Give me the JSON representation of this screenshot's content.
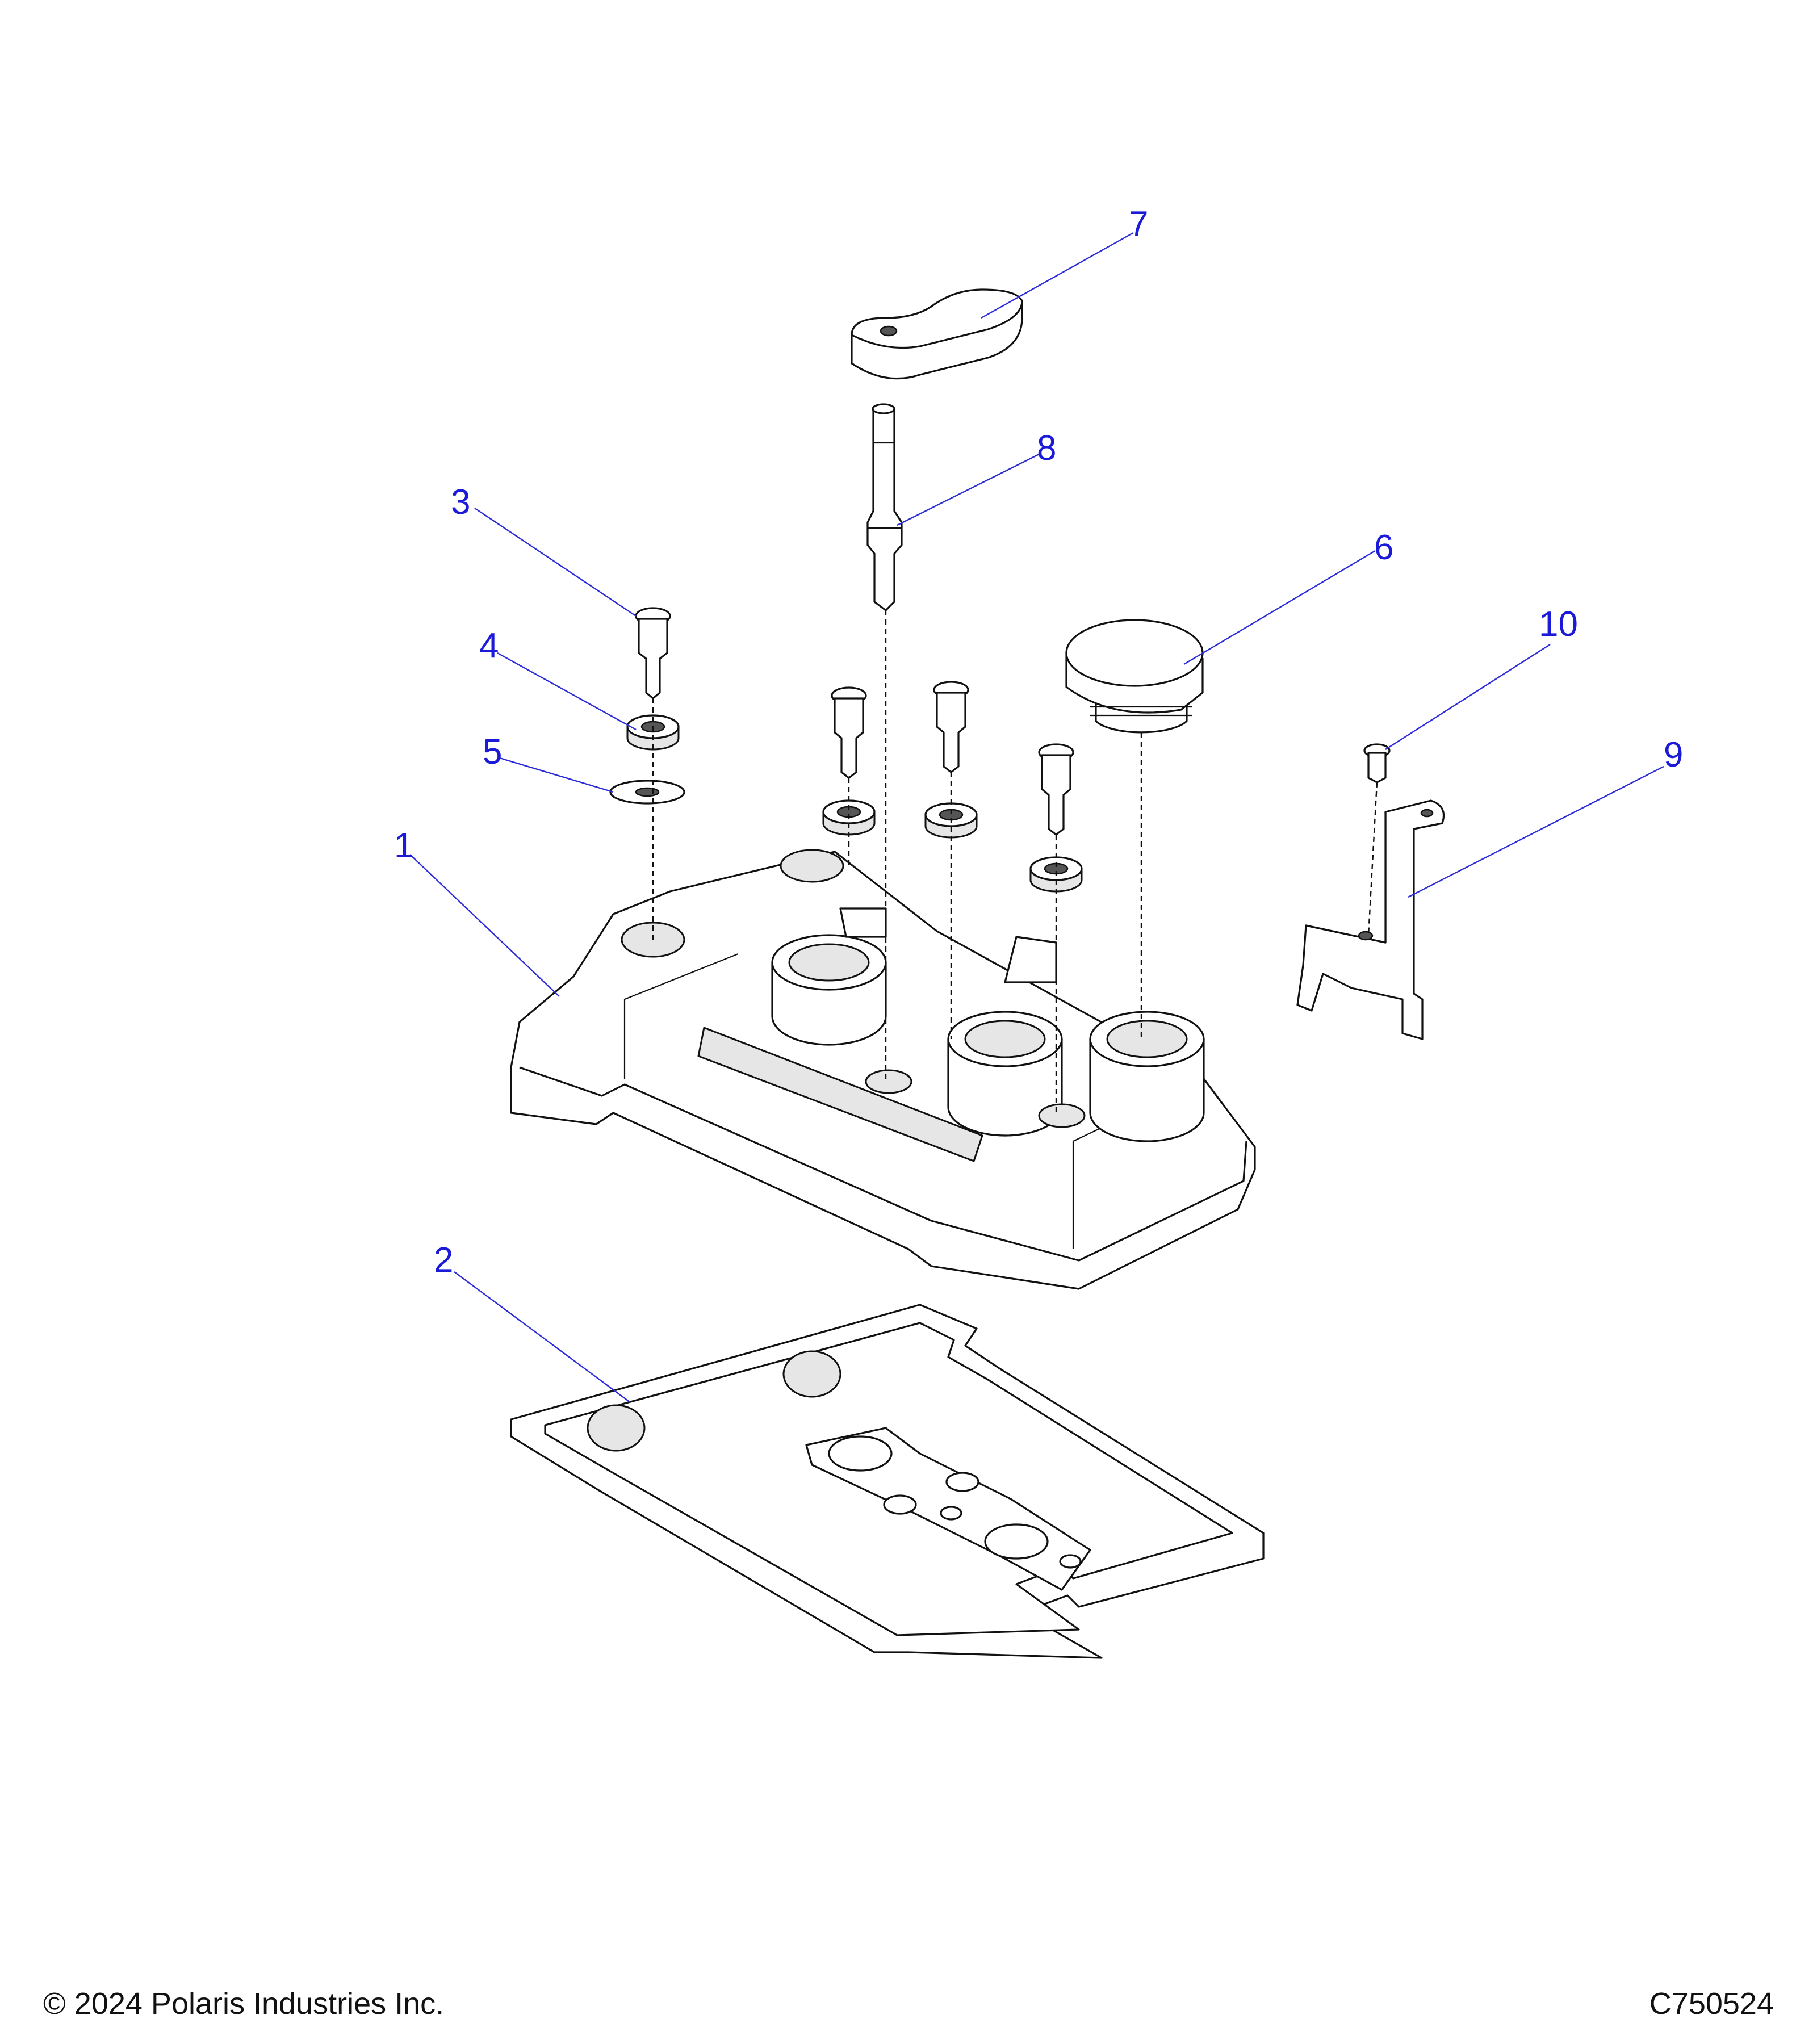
{
  "callouts": [
    "1",
    "2",
    "3",
    "4",
    "5",
    "6",
    "7",
    "8",
    "9",
    "10"
  ],
  "footer": {
    "copyright": "© 2024 Polaris Industries Inc.",
    "drawing_id": "C750524"
  },
  "colors": {
    "callout": "#1a1ad8",
    "line": "#111111",
    "shade": "#e6e6e6"
  }
}
